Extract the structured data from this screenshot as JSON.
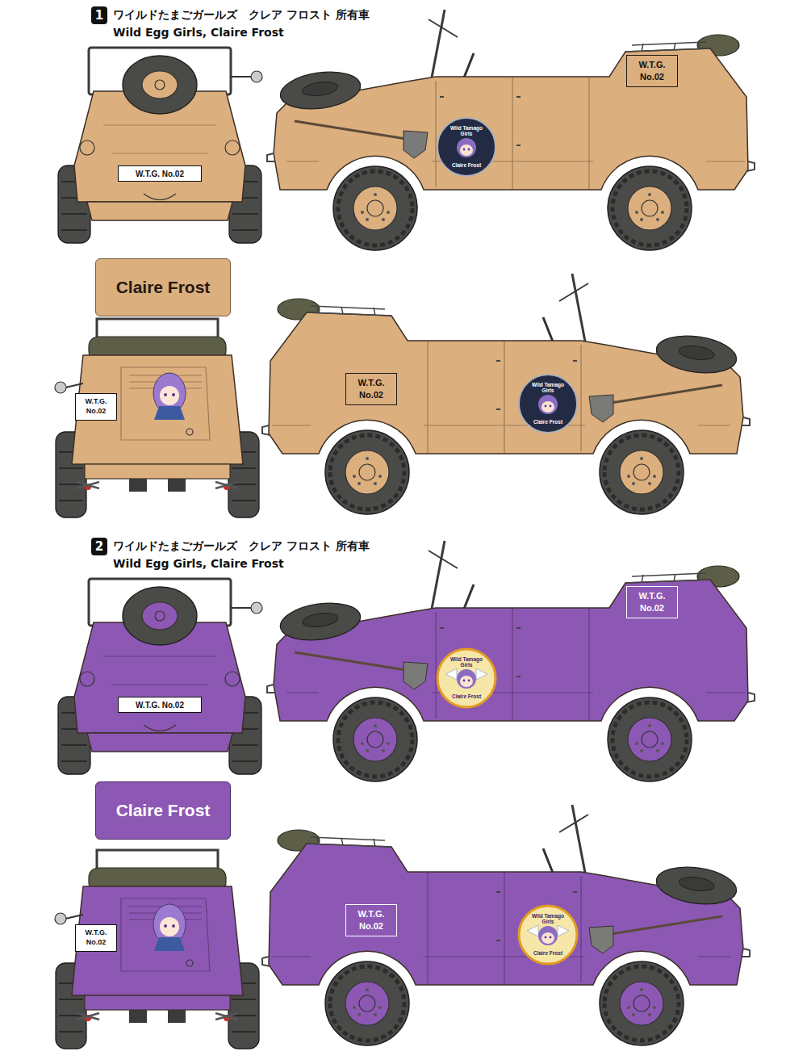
{
  "diagram": {
    "nodes": [
      {
        "text": [
          "1"
        ]
      },
      {
        "text": [
          "Wild Tamago Girls",
          "Claire Frost"
        ]
      },
      {
        "text": [
          "W.T.G. No.02"
        ]
      },
      {
        "text": [
          "W.T.G. No.02"
        ]
      },
      {
        "text": [
          "Claire Frost"
        ]
      },
      {
        "text": [
          "W.T.G. No.02"
        ]
      },
      {
        "text": [
          "W.T.G. No.02"
        ]
      },
      {
        "text": [
          "Wild Tamago Girls",
          "Claire Frost"
        ]
      },
      {
        "text": [
          "2"
        ]
      },
      {
        "text": [
          "Wild Tamago Girls",
          "Claire Frost"
        ]
      },
      {
        "text": [
          "W.T.G. No.02"
        ]
      },
      {
        "text": [
          "W.T.G. No.02"
        ]
      },
      {
        "text": [
          "Claire Frost"
        ]
      },
      {
        "text": [
          "W.T.G. No.02"
        ]
      },
      {
        "text": [
          "W.T.G. No.02"
        ]
      },
      {
        "text": [
          "Wild Tamago Girls",
          "Claire Frost"
        ]
      }
    ],
    "labels": [
      "ワイルドたまごガールズ　クレア フロスト 所有車",
      "Wild Egg Girls, Claire Frost",
      "ワイルドたまごガールズ　クレア フロスト 所有車",
      "Wild Egg Girls, Claire Frost"
    ]
  }
}
